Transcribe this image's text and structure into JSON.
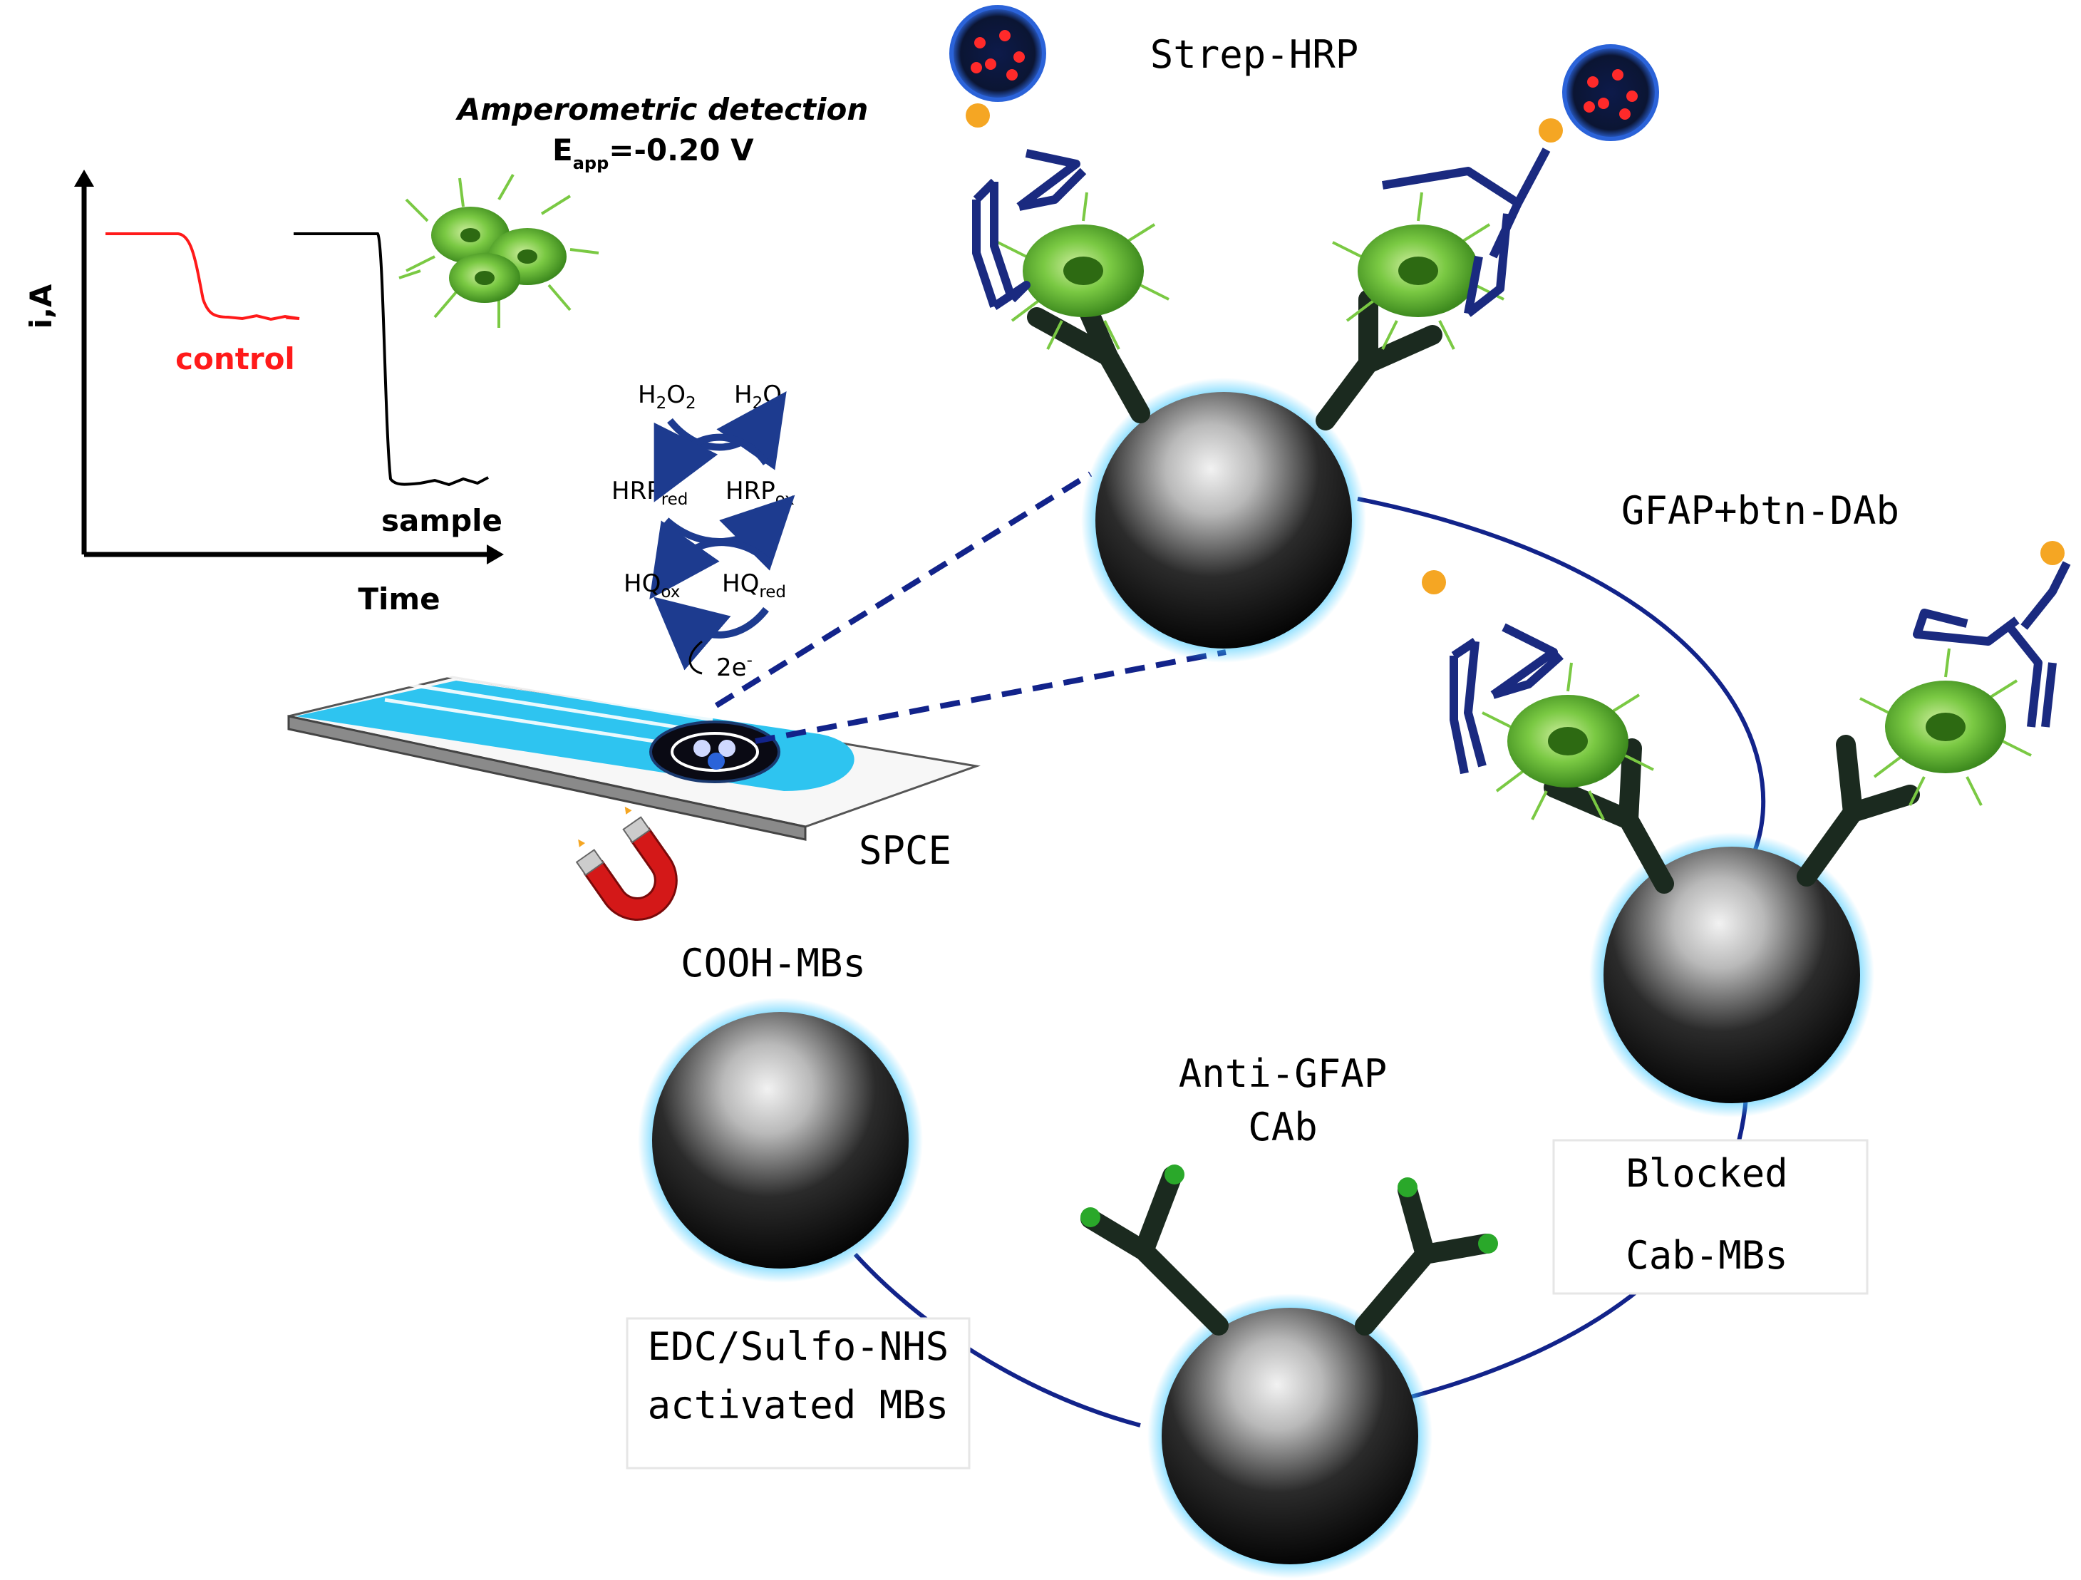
{
  "graph": {
    "y_axis_label": "i,A",
    "x_axis_label": "Time",
    "control_label": "control",
    "sample_label": "sample",
    "detection_title": "Amperometric detection",
    "eapp_symbol": "E",
    "eapp_subscript": "app",
    "eapp_value": "=-0.20 V",
    "colors": {
      "control": "#ff1a1a",
      "sample": "#000000"
    }
  },
  "reaction_cycle": {
    "h2o2_base": "H",
    "h2o2_sub": "2",
    "h2o2_mid": "O",
    "h2o2_sub2": "2",
    "h2o_base": "H",
    "h2o_sub": "2",
    "h2o_end": "O",
    "hrp_red_base": "HRP",
    "hrp_red_sub": "red",
    "hrp_ox_base": "HRP",
    "hrp_ox_sub": "ox",
    "hq_ox_base": "HQ",
    "hq_ox_sub": "ox",
    "hq_red_base": "HQ",
    "hq_red_sub": "red",
    "electrons": "2e",
    "electrons_sup": "-",
    "arrow_color": "#1d3b8f"
  },
  "labels": {
    "strep_hrp": "Strep-HRP",
    "gfap_btn_dab": "GFAP+btn-DAb",
    "spce": "SPCE",
    "cooh_mbs": "COOH-MBs",
    "anti_gfap_line1": "Anti-GFAP",
    "anti_gfap_line2": "CAb",
    "edc_line1": "EDC/Sulfo-NHS",
    "edc_line2": "activated MBs",
    "blocked_line1": "Blocked",
    "blocked_line2": "Cab-MBs"
  },
  "colors": {
    "antibody_dark": "#1b2a1f",
    "antibody_blue": "#1a2a80",
    "biotin": "#f5a623",
    "electrode_fill": "#2ec4f0",
    "bead_glow": "#3cc8ff",
    "cell_green": "#7ac943"
  }
}
